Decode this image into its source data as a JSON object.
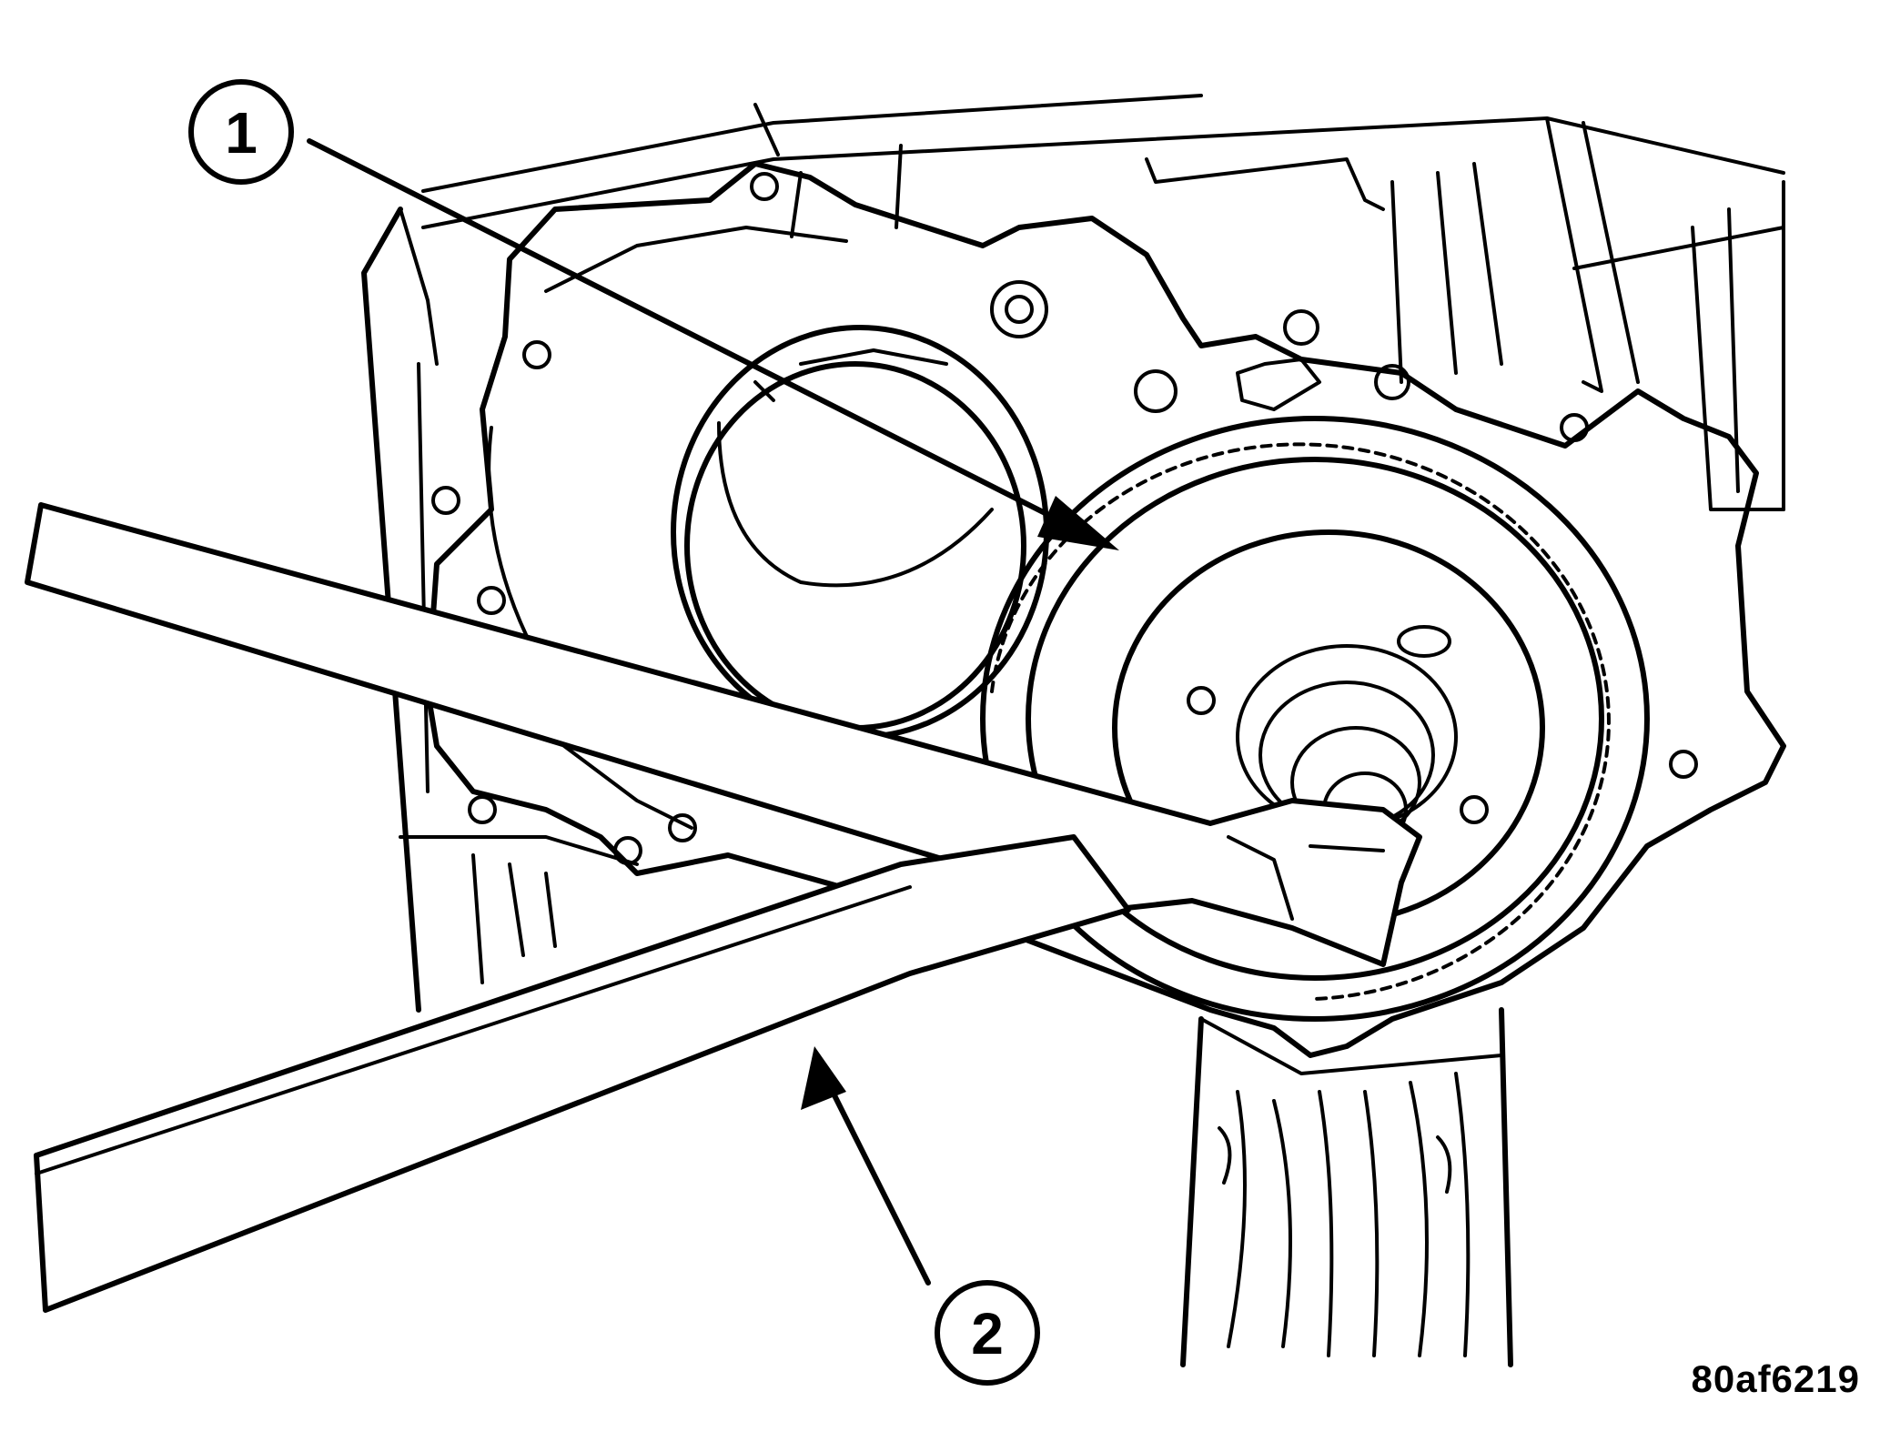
{
  "figure": {
    "id_label": "80af6219",
    "callouts": [
      {
        "number": "1"
      },
      {
        "number": "2"
      }
    ]
  },
  "colors": {
    "line": "#000000",
    "background": "#ffffff"
  },
  "icons": [
    "gear-icon",
    "pry-bar-icon",
    "wood-block-icon",
    "arrow-icon"
  ]
}
